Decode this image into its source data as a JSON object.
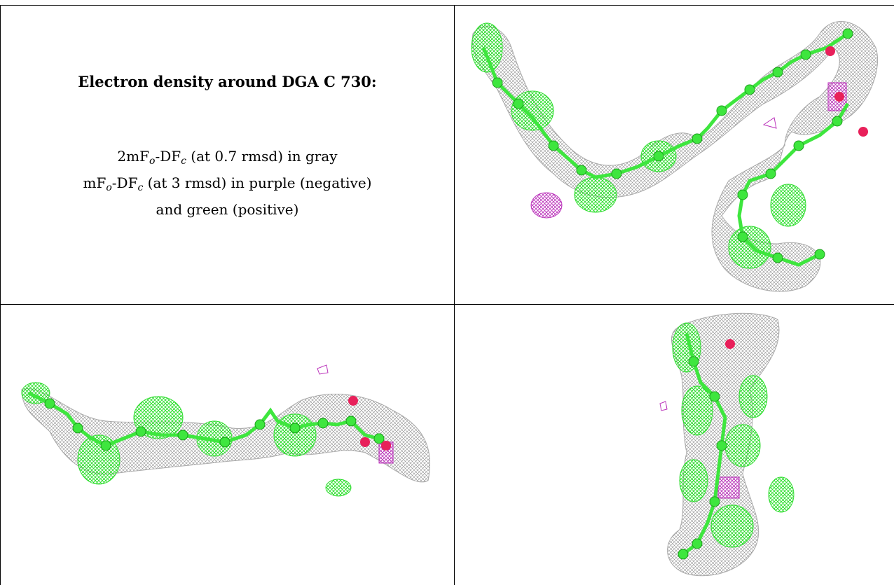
{
  "caption": {
    "title": "Electron density around DGA C 730:",
    "line1": {
      "pre": "2mF",
      "sub1": "o",
      "mid": "-DF",
      "sub2": "c",
      "post": " (at 0.7 rmsd) in gray"
    },
    "line2": {
      "pre": "mF",
      "sub1": "o",
      "mid": "-DF",
      "sub2": "c",
      "post": " (at 3 rmsd) in purple (negative)"
    },
    "line3": "and green (positive)"
  },
  "colors": {
    "mesh_gray": "#9a9a9a",
    "mesh_green": "#33e633",
    "mesh_purple": "#c040c0",
    "atom_green": "#3ee63e",
    "atom_red": "#e8205a",
    "border": "#000000"
  }
}
